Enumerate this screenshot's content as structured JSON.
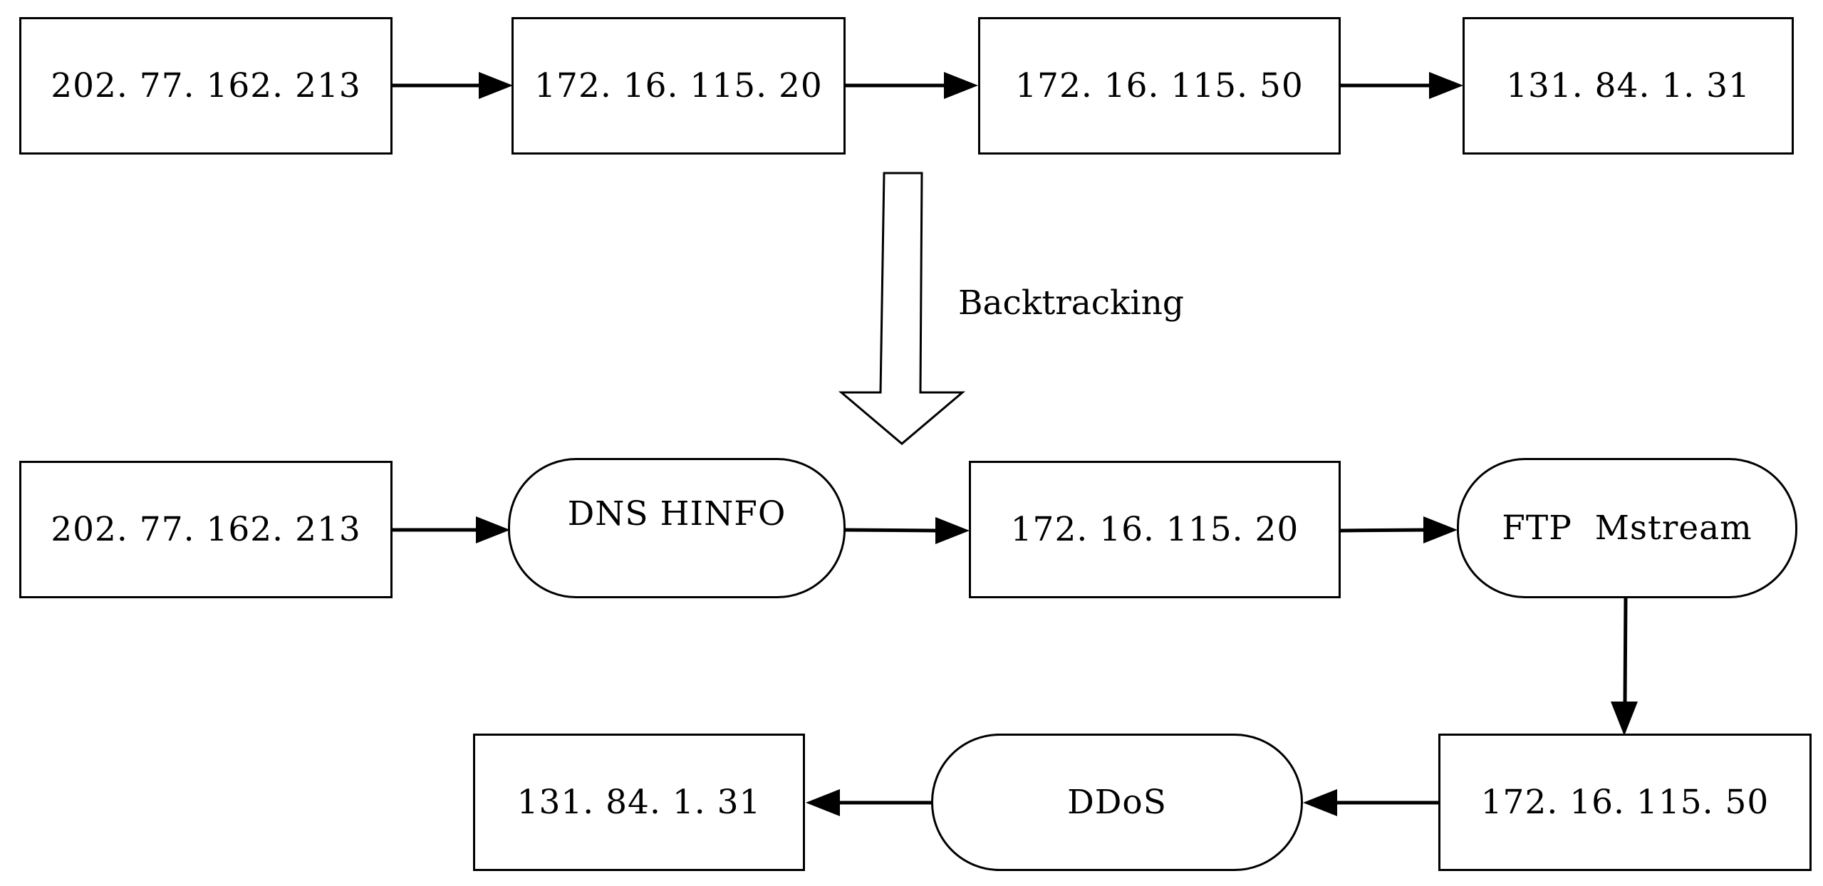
{
  "colors": {
    "stroke": "#000000",
    "background": "#ffffff"
  },
  "top_row": [
    {
      "label": "202. 77. 162. 213"
    },
    {
      "label": "172. 16. 115. 20"
    },
    {
      "label": "172. 16. 115. 50"
    },
    {
      "label": "131. 84. 1. 31"
    }
  ],
  "transition": {
    "label": "Backtracking"
  },
  "bottom_chain": [
    {
      "label": "202. 77. 162. 213",
      "shape": "rectangle"
    },
    {
      "label": "DNS HINFO",
      "shape": "rounded"
    },
    {
      "label": "172. 16. 115. 20",
      "shape": "rectangle"
    },
    {
      "label": "FTP  Mstream",
      "shape": "rounded"
    },
    {
      "label": "172. 16. 115. 50",
      "shape": "rectangle"
    },
    {
      "label": "DDoS",
      "shape": "rounded"
    },
    {
      "label": "131. 84. 1. 31",
      "shape": "rectangle"
    }
  ]
}
